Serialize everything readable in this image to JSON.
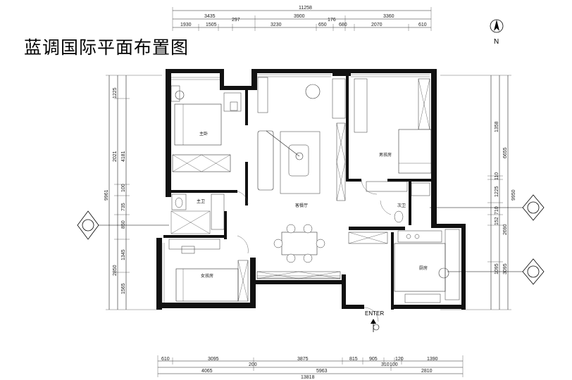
{
  "title": "蓝调国际平面布置图",
  "north_label": "N",
  "entry_label": "ENTER",
  "rooms": {
    "master_bedroom": "主卧",
    "master_bath": "主卫",
    "living_dining": "客餐厅",
    "boys_room": "男孩房",
    "bath": "次卫",
    "girls_room": "女孩房",
    "kitchen": "厨房"
  },
  "dimensions": {
    "top_total": "11258",
    "top_segments": [
      "3435",
      "3900",
      "3360"
    ],
    "top_detail": [
      "1930",
      "1505",
      "297",
      "3230",
      "650",
      "176",
      "680",
      "2070",
      "610"
    ],
    "bottom_detail": [
      "610",
      "3095",
      "3875",
      "815",
      "905",
      "310",
      "100",
      "120",
      "1390"
    ],
    "bottom_mid": [
      "200"
    ],
    "bottom_segments": [
      "4065",
      "5963",
      "2810"
    ],
    "bottom_total": "13818",
    "left_outer": [
      "1225",
      "2021",
      "4181",
      "100",
      "735",
      "850",
      "1345",
      "2850",
      "1565"
    ],
    "left_total": "9961",
    "right_outer": [
      "1358",
      "6655",
      "110",
      "1225",
      "710",
      "152",
      "2690",
      "1095",
      "3095"
    ],
    "right_total": "9950"
  }
}
